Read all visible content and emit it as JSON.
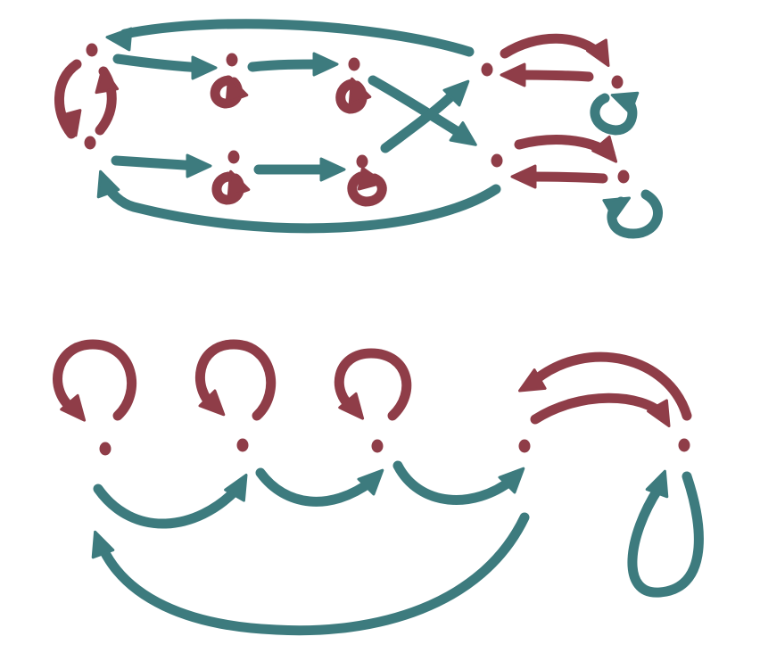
{
  "palette": {
    "red": "#8f3d48",
    "teal": "#3d7b7e",
    "background": "#ffffff"
  },
  "graphs": [
    {
      "id": "top",
      "nodes": [
        {
          "id": "a"
        },
        {
          "id": "b"
        },
        {
          "id": "c"
        },
        {
          "id": "d"
        },
        {
          "id": "e"
        },
        {
          "id": "f"
        },
        {
          "id": "g"
        },
        {
          "id": "h"
        },
        {
          "id": "i"
        },
        {
          "id": "j"
        }
      ],
      "edges": [
        {
          "from": "a",
          "to": "b",
          "color": "teal"
        },
        {
          "from": "b",
          "to": "c",
          "color": "teal"
        },
        {
          "from": "c",
          "to": "h",
          "color": "teal"
        },
        {
          "from": "d",
          "to": "a",
          "color": "teal"
        },
        {
          "from": "a",
          "to": "f",
          "color": "red"
        },
        {
          "from": "f",
          "to": "a",
          "color": "red"
        },
        {
          "from": "b",
          "to": "b",
          "color": "red"
        },
        {
          "from": "c",
          "to": "c",
          "color": "red"
        },
        {
          "from": "d",
          "to": "e",
          "color": "red"
        },
        {
          "from": "e",
          "to": "d",
          "color": "red"
        },
        {
          "from": "e",
          "to": "e",
          "color": "teal"
        },
        {
          "from": "f",
          "to": "g",
          "color": "teal"
        },
        {
          "from": "g",
          "to": "h",
          "color": "teal"
        },
        {
          "from": "g",
          "to": "g",
          "color": "red"
        },
        {
          "from": "h",
          "to": "h",
          "color": "red"
        },
        {
          "from": "h",
          "to": "d",
          "color": "teal"
        },
        {
          "from": "i",
          "to": "f",
          "color": "teal"
        },
        {
          "from": "i",
          "to": "j",
          "color": "red"
        },
        {
          "from": "j",
          "to": "i",
          "color": "red"
        },
        {
          "from": "j",
          "to": "j",
          "color": "teal"
        }
      ]
    },
    {
      "id": "bottom",
      "nodes": [
        {
          "id": "p"
        },
        {
          "id": "q"
        },
        {
          "id": "r"
        },
        {
          "id": "s"
        },
        {
          "id": "t"
        }
      ],
      "edges": [
        {
          "from": "p",
          "to": "p",
          "color": "red"
        },
        {
          "from": "q",
          "to": "q",
          "color": "red"
        },
        {
          "from": "r",
          "to": "r",
          "color": "red"
        },
        {
          "from": "s",
          "to": "t",
          "color": "red"
        },
        {
          "from": "t",
          "to": "s",
          "color": "red"
        },
        {
          "from": "p",
          "to": "q",
          "color": "teal"
        },
        {
          "from": "q",
          "to": "r",
          "color": "teal"
        },
        {
          "from": "r",
          "to": "s",
          "color": "teal"
        },
        {
          "from": "s",
          "to": "p",
          "color": "teal"
        },
        {
          "from": "t",
          "to": "t",
          "color": "teal"
        }
      ]
    }
  ]
}
